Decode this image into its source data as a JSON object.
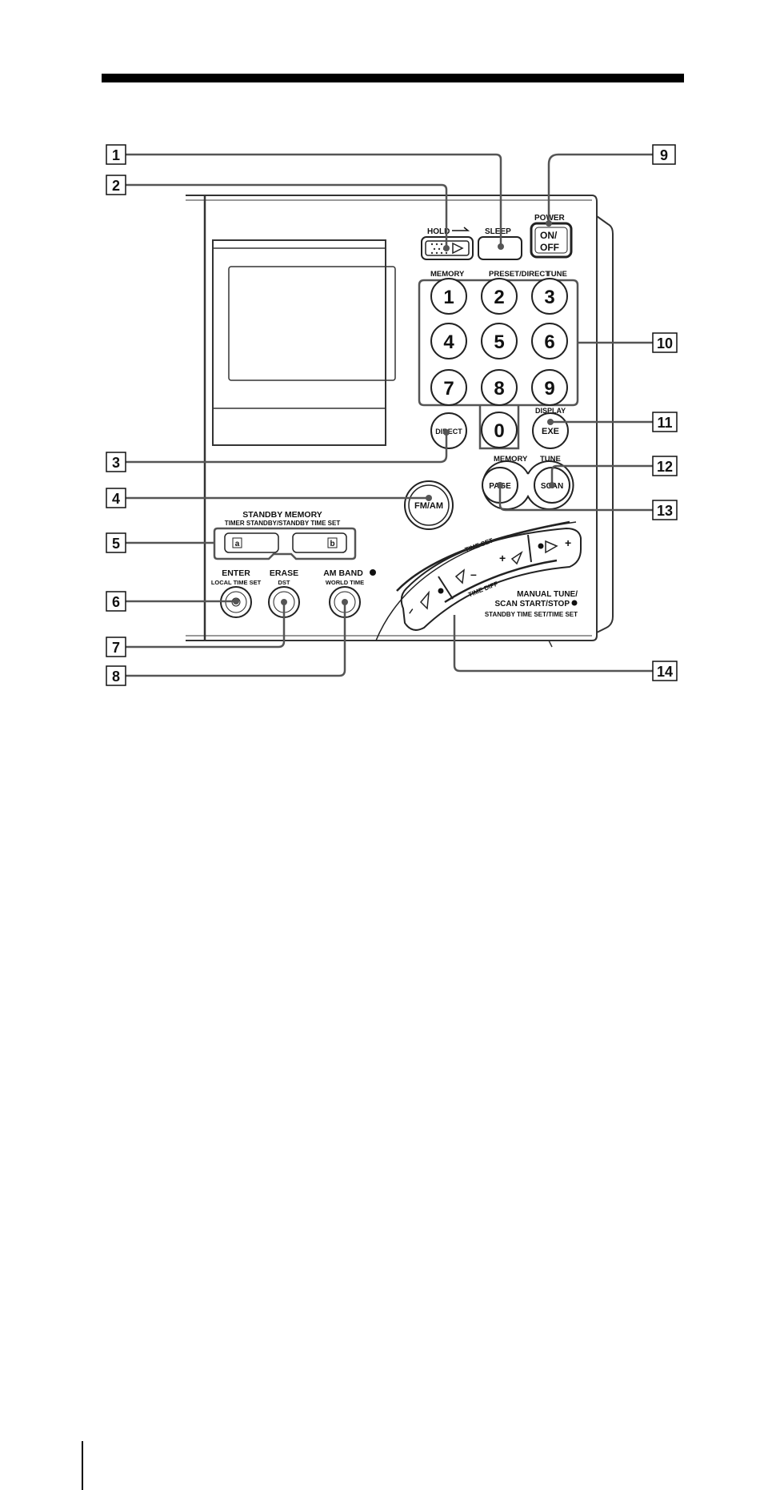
{
  "callouts": [
    "1",
    "2",
    "3",
    "4",
    "5",
    "6",
    "7",
    "8",
    "9",
    "10",
    "11",
    "12",
    "13",
    "14"
  ],
  "buttons": {
    "hold": "HOLD",
    "sleep": "SLEEP",
    "power": "POWER",
    "on": "ON/",
    "off": "OFF",
    "direct": "DIRECT",
    "display": "DISPLAY",
    "exe": "EXE",
    "page": "PAGE",
    "scan": "SCAN",
    "fmam": "FM/AM"
  },
  "keypad": {
    "memory": "MEMORY",
    "preset": "PRESET/DIRECT",
    "tune": "TUNE",
    "keys": [
      "1",
      "2",
      "3",
      "4",
      "5",
      "6",
      "7",
      "8",
      "9",
      "0"
    ]
  },
  "memory_tune": {
    "memory": "MEMORY",
    "tune": "TUNE"
  },
  "standby": {
    "title": "STANDBY  MEMORY",
    "sub": "TIMER  STANDBY/STANDBY  TIME  SET",
    "a": "a",
    "b": "b"
  },
  "bottom_buttons": {
    "enter": "ENTER",
    "enter_sub": "LOCAL  TIME  SET",
    "erase": "ERASE",
    "erase_sub": "DST",
    "amband": "AM  BAND",
    "amband_sub": "WORLD  TIME"
  },
  "rocker": {
    "time_set": "TIME SET",
    "time_diff": "TIME DIFF",
    "minus": "–",
    "plus": "+",
    "manual1": "MANUAL TUNE/",
    "manual2": "SCAN START/STOP",
    "manual3": "STANDBY  TIME  SET/TIME  SET"
  }
}
